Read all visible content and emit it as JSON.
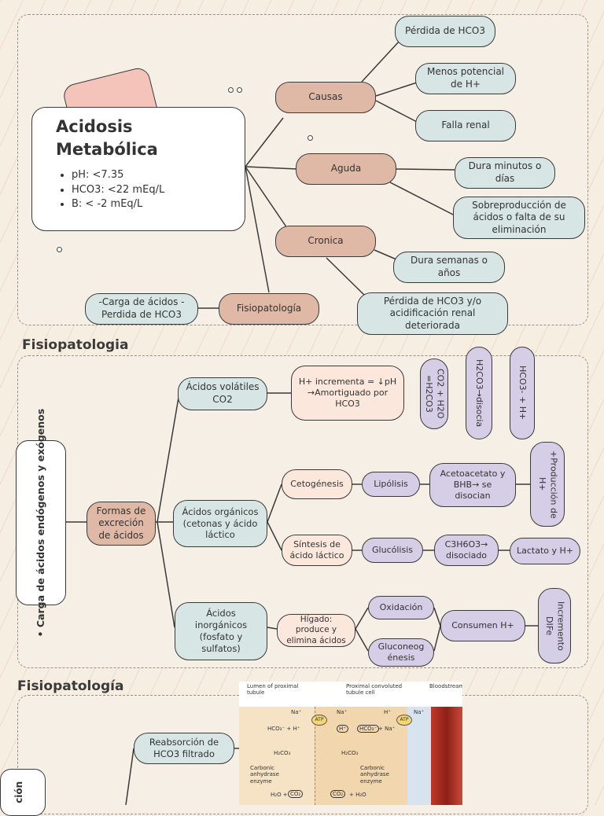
{
  "main": {
    "title_line1": "Acidosis",
    "title_line2": "Metabólica",
    "bullets": [
      "pH: <7.35",
      "HCO3: <22 mEq/L",
      "B: < -2 mEq/L"
    ]
  },
  "map1": {
    "causas": "Causas",
    "perdida": "Pérdida de HCO3",
    "menos": "Menos potencial de H+",
    "falla": "Falla renal",
    "aguda": "Aguda",
    "dura_min": "Dura minutos o días",
    "sobreprod": "Sobreproducción de ácidos o falta de su eliminación",
    "cronica": "Cronica",
    "dura_sem": "Dura semanas o años",
    "perdida_renal": "Pérdida de HCO3 y/o acidificación renal deteriorada",
    "fisiopatologia": "Fisiopatología",
    "carga": "-Carga de ácidos -Perdida de HCO3"
  },
  "section2": {
    "title": "Fisiopatologia",
    "carga_vertical": "Carga de ácidos endógenos y exógenos",
    "formas": "Formas de excreción de ácidos",
    "volatiles": "Ácidos volátiles CO2",
    "h_incrementa": "H+ incrementa = ↓pH →Amortiguado por HCO3",
    "co2": "CO2 + H2O =H2CO3",
    "h2co3": "H2CO3→disocia",
    "hco3": "HCO3- + H+",
    "organicos": "Ácidos orgánicos (cetonas y ácido láctico",
    "cetogenesis": "Cetogénesis",
    "lipolisis": "Lipólisis",
    "acetoacetato": "Acetoacetato y BHB→ se disocian",
    "produccion": "+Producción de H+",
    "sintesis": "Síntesis de ácido láctico",
    "glucolisis": "Glucólisis",
    "c3h6o3": "C3H6O3→ disociado",
    "lactato": "Lactato y H+",
    "inorganicos": "Ácidos inorgánicos (fosfato y sulfatos)",
    "higado": "Hígado: produce y elimina ácidos",
    "oxidacion": "Oxidación",
    "gluconeog": "Gluconeog énesis",
    "consumen": "Consumen H+",
    "incremento": "Incremento DIFe"
  },
  "section3": {
    "title": "Fisiopatología",
    "reabsorcion": "Reabsorción de HCO3 filtrado",
    "left_vertical": "ción"
  },
  "figure": {
    "lumen": "Lumen of proximal tubule",
    "proximal": "Proximal convoluted tubule cell",
    "bloodstream": "Bloodstream",
    "na1": "Na⁺",
    "na2": "Na⁺",
    "h1": "H⁺",
    "na3": "Na⁺",
    "atp1": "ATP",
    "atp2": "ATP",
    "hco3_h": "HCO₃⁻ + H⁺",
    "h_cell": "H⁺",
    "hco3_cell": "HCO₃⁻",
    "na_right": "+ Na⁺",
    "h2co3_l": "H₂CO₃",
    "h2co3_r": "H₂CO₃",
    "ca_l": "Carbonic anhydrase enzyme",
    "ca_r": "Carbonic anhydrase enzyme",
    "h2o_l": "H₂O +",
    "co2_l": "CO₂",
    "co2_r": "CO₂",
    "h2o_r": "+ H₂O"
  },
  "colors": {
    "teal": "#d7e6e4",
    "salmon": "#e0b8a6",
    "lavender": "#d6cde7",
    "peach": "#fbe7dc"
  }
}
